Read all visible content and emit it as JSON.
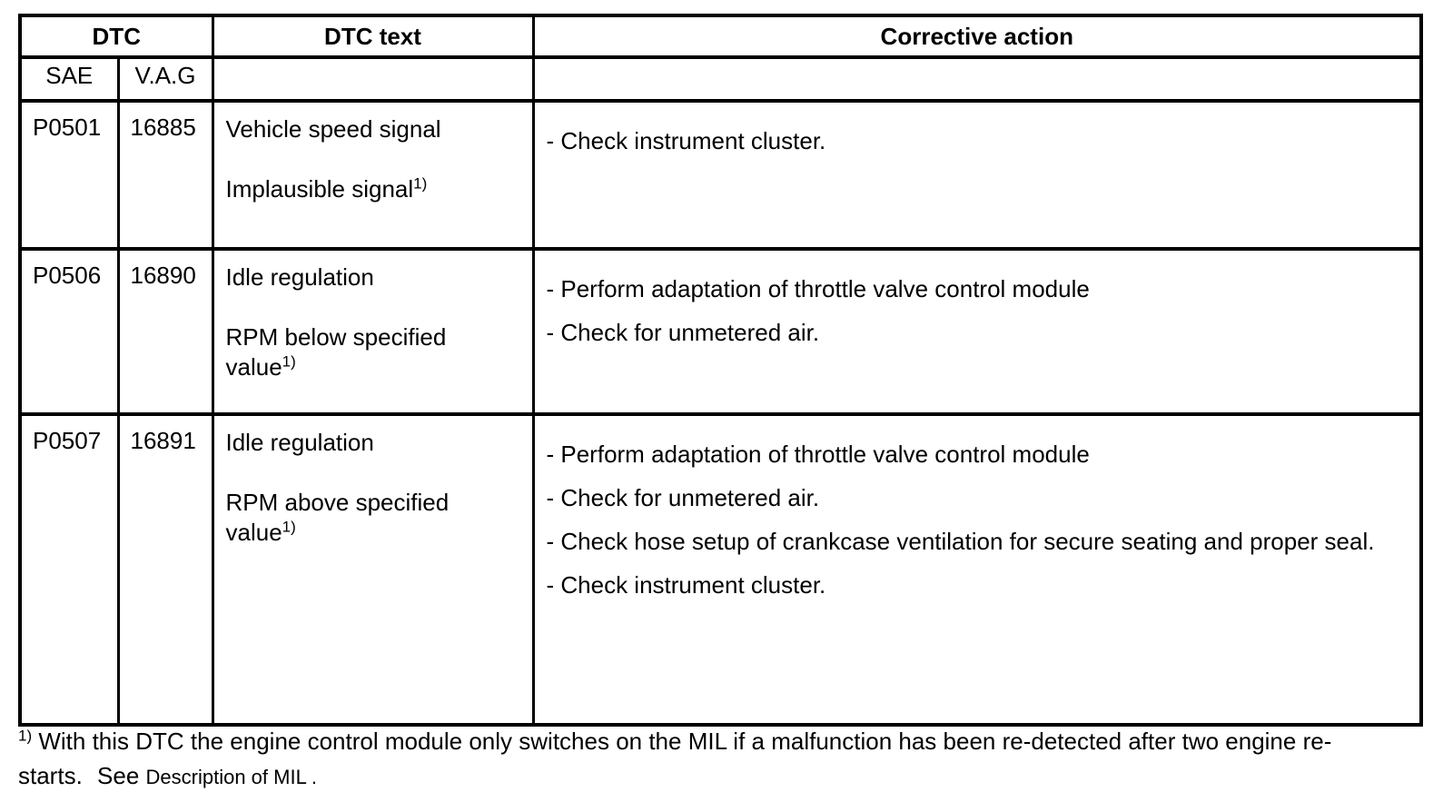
{
  "table": {
    "header": {
      "dtc": "DTC",
      "dtc_text": "DTC text",
      "corrective_action": "Corrective action",
      "sae": "SAE",
      "vag": "V.A.G"
    },
    "rows": [
      {
        "sae": "P0501",
        "vag": "16885",
        "text_para1": "Vehicle speed signal",
        "text_para2": "Implausible signal",
        "text_sup": "1)",
        "action1": "- Check instrument cluster."
      },
      {
        "sae": "P0506",
        "vag": "16890",
        "text_para1": "Idle regulation",
        "text_para2": "RPM below specified value",
        "text_sup": "1)",
        "action1": "- Perform adaptation of throttle valve control module",
        "action2": "- Check for unmetered air."
      },
      {
        "sae": "P0507",
        "vag": "16891",
        "text_para1": "Idle regulation",
        "text_para2": "RPM above specified value",
        "text_sup": "1)",
        "action1": "- Perform adaptation of throttle valve control module",
        "action2": "- Check for unmetered air.",
        "action3": "- Check hose setup of crankcase ventilation for secure seating and proper seal.",
        "action4": "- Check instrument cluster."
      }
    ]
  },
  "footnote": {
    "marker": "1)",
    "text": "With this DTC the engine control module only switches on the MIL if a malfunction has been re-detected after two engine re-starts.",
    "see": "See",
    "reference": "Description of MIL",
    "terminator": "."
  },
  "colors": {
    "text": "#000000",
    "background": "#ffffff",
    "border": "#000000"
  }
}
